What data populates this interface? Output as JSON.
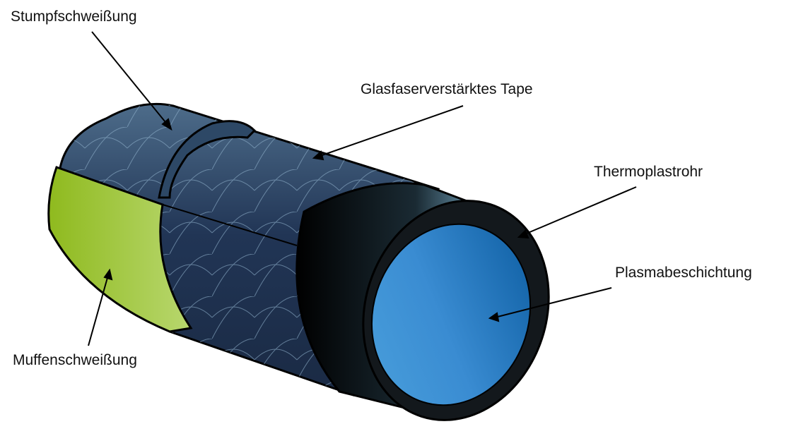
{
  "labels": {
    "butt_weld": "Stumpfschweißung",
    "glass_tape": "Glasfaserverstärktes Tape",
    "thermoplastic_pipe": "Thermoplastrohr",
    "plasma_coating": "Plasmabeschichtung",
    "socket_weld": "Muffenschweißung"
  },
  "colors": {
    "tape": "#1f3150",
    "tape_light": "#4a6a88",
    "socket": "#9cc13a",
    "pipe": "#0d1114",
    "coating": "#3c8fd6"
  }
}
